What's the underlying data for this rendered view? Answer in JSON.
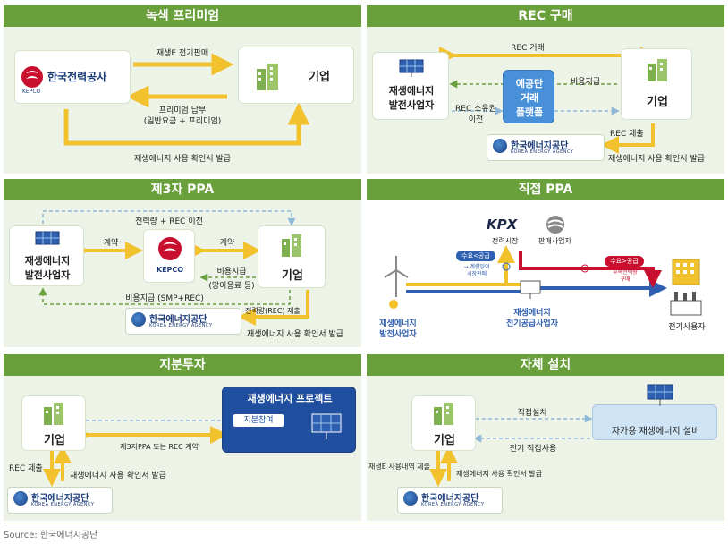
{
  "panels": {
    "green_premium": {
      "title": "녹색 프리미엄",
      "kepco_name": "한국전력공사",
      "kepco_abbr": "KEPCO",
      "company": "기업",
      "arrow_top": "재생E 전기판매",
      "arrow_mid_1": "프리미엄 납부",
      "arrow_mid_2": "(일반요금 + 프리미엄)",
      "arrow_bottom": "재생에너지 사용 확인서 발급"
    },
    "rec_purchase": {
      "title": "REC 구매",
      "generator_1": "재생에너지",
      "generator_2": "발전사업자",
      "platform_1": "에공단",
      "platform_2": "거래",
      "platform_3": "플랫폼",
      "company": "기업",
      "rec_trade": "REC 거래",
      "cost_pay": "비용지급",
      "rec_transfer_1": "REC 소유권",
      "rec_transfer_2": "이전",
      "rec_submit": "REC 제출",
      "issue": "재생에너지 사용 확인서 발급",
      "kea_name": "한국에너지공단",
      "kea_sub": "KOREA ENERGY AGENCY"
    },
    "third_party_ppa": {
      "title": "제3자 PPA",
      "generator_1": "재생에너지",
      "generator_2": "발전사업자",
      "kepco_abbr": "KEPCO",
      "company": "기업",
      "top_arrow": "전력량 + REC 이전",
      "contract_left": "계약",
      "contract_right": "계약",
      "cost_1": "비용지급",
      "cost_2": "(망이용료 등)",
      "cost_smp": "비용지급 (SMP+REC)",
      "power_submit": "전력량(REC) 제출",
      "issue": "재생에너지 사용 확인서 발급",
      "kea_name": "한국에너지공단",
      "kea_sub": "KOREA ENERGY AGENCY"
    },
    "direct_ppa": {
      "title": "직접 PPA",
      "kpx": "KPX",
      "market": "전력시장",
      "seller": "판매사업자",
      "supply_1": "수요<공급",
      "supply_2": "→ 계량잉여",
      "supply_3": "시장판매",
      "demand_1": "수요>공급",
      "demand_2": "부족전력량",
      "demand_3": "구매",
      "generator_1": "재생에너지",
      "generator_2": "발전사업자",
      "supplier_1": "재생에너지",
      "supplier_2": "전기공급사업자",
      "consumer": "전기사용자"
    },
    "equity_investment": {
      "title": "지분투자",
      "project": "재생에너지 프로젝트",
      "equity": "지분참여",
      "company": "기업",
      "contract": "제3자PPA 또는 REC 계약",
      "rec_submit": "REC 제출",
      "issue": "재생에너지 사용 확인서 발급",
      "kea_name": "한국에너지공단",
      "kea_sub": "KOREA ENERGY AGENCY"
    },
    "self_install": {
      "title": "자체 설치",
      "company": "기업",
      "facility": "자가용 재생에너지 설비",
      "direct_install": "직접설치",
      "self_use": "전기 직접사용",
      "usage_submit": "재생E 사용내역 제출",
      "issue": "재생에너지 사용 확인서 발급",
      "kea_name": "한국에너지공단",
      "kea_sub": "KOREA ENERGY AGENCY"
    }
  },
  "source": "Source:  한국에너지공단",
  "colors": {
    "header": "#6aa03b",
    "arrow": "#f2c12e",
    "dashed": "#8fb8d8",
    "blue": "#2f5fb0",
    "red": "#c8102e"
  }
}
